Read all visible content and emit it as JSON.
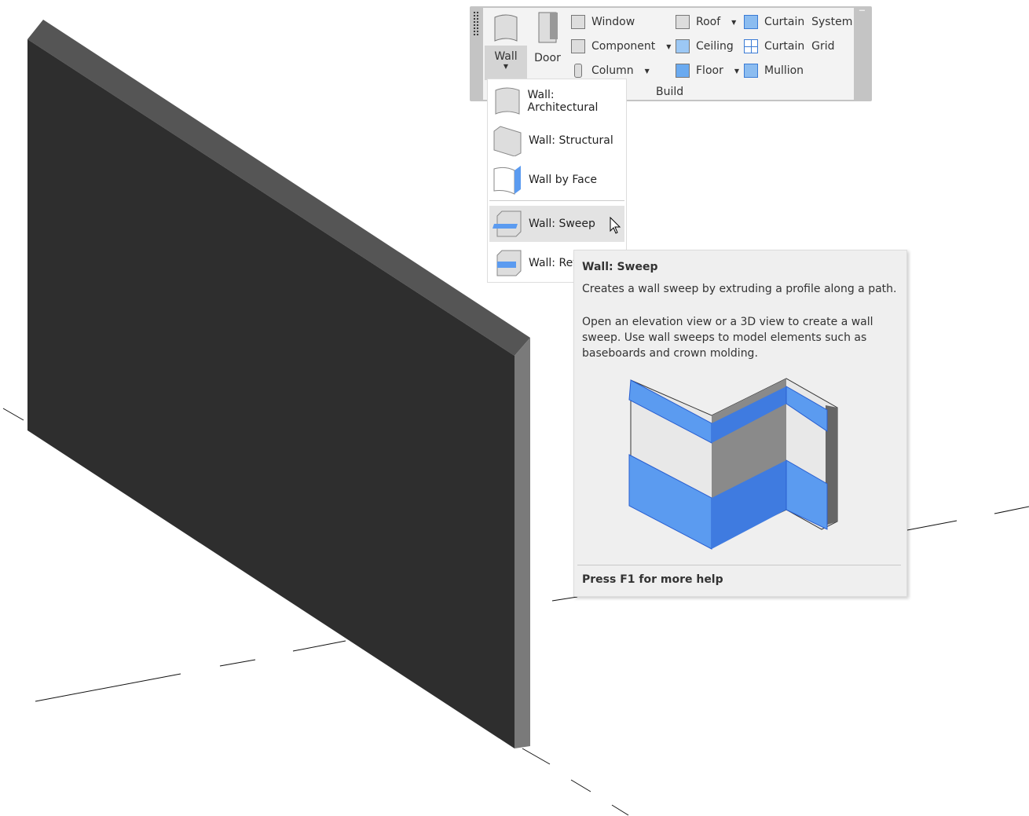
{
  "ribbon": {
    "panel_label": "Build",
    "wall": {
      "label": "Wall",
      "icon": "wall-icon"
    },
    "door": {
      "label": "Door",
      "icon": "door-icon"
    },
    "items": [
      {
        "label": "Window",
        "icon": "window-icon",
        "dropdown": false
      },
      {
        "label": "Component",
        "icon": "component-icon",
        "dropdown": true
      },
      {
        "label": "Column",
        "icon": "column-icon",
        "dropdown": true
      },
      {
        "label": "Roof",
        "icon": "roof-icon",
        "dropdown": true
      },
      {
        "label": "Ceiling",
        "icon": "ceiling-icon",
        "dropdown": false
      },
      {
        "label": "Floor",
        "icon": "floor-icon",
        "dropdown": true
      },
      {
        "label": "Curtain  System",
        "icon": "curtain-system-icon",
        "dropdown": false
      },
      {
        "label": "Curtain  Grid",
        "icon": "curtain-grid-icon",
        "dropdown": false
      },
      {
        "label": "Mullion",
        "icon": "mullion-icon",
        "dropdown": false
      }
    ]
  },
  "wall_menu": {
    "items": [
      {
        "label": "Wall: Architectural"
      },
      {
        "label": "Wall: Structural"
      },
      {
        "label": "Wall by Face"
      },
      {
        "label": "Wall: Sweep"
      },
      {
        "label": "Wall: Rev"
      }
    ],
    "hovered": "Wall: Sweep"
  },
  "tooltip": {
    "title": "Wall: Sweep",
    "summary": "Creates a wall sweep by extruding a profile along a path.",
    "details": "Open an elevation view or a 3D view to create a wall sweep. Use wall sweeps to model elements such as baseboards and crown molding.",
    "footer": "Press F1 for more help"
  },
  "colors": {
    "accent_blue": "#5b9bf0",
    "wall_face": "#2e2e2e"
  }
}
